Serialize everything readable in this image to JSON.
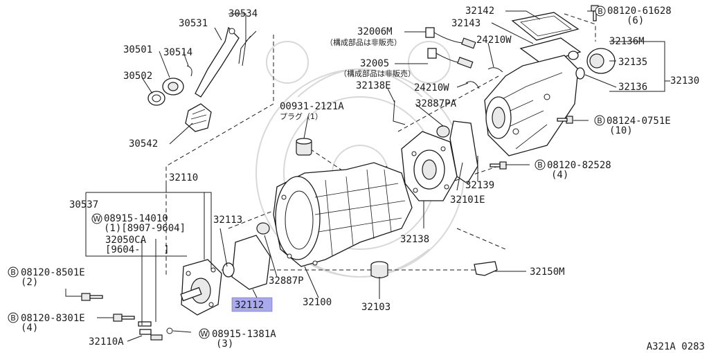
{
  "diagram": {
    "footer_code": "A321A 0283",
    "highlight_color": "#a9a9ee",
    "icons": {
      "bolt": "B",
      "washer": "W"
    },
    "labels": {
      "p30534": "30534",
      "p30531": "30531",
      "p30501": "30501",
      "p30514": "30514",
      "p30502": "30502",
      "p30542": "30542",
      "p32142": "32142",
      "p32143": "32143",
      "p32006m": "32006M",
      "p32006m_note": "（構成部品は非販売）",
      "p24210w_a": "24210W",
      "p32005": "32005",
      "p32005_note": "（構成部品は非販売）",
      "p32138e": "32138E",
      "p24210w_b": "24210W",
      "p00931": "00931-2121A",
      "p00931_note": "プラグ（1）",
      "p32887pa": "32887PA",
      "b08120_61628": "08120-61628",
      "b08120_61628_qty": "(6)",
      "p32136m": "32136M",
      "p32135": "32135",
      "p32136": "32136",
      "p32130": "32130",
      "b08124_0751e": "08124-0751E",
      "b08124_0751e_qty": "(10)",
      "b08120_82528": "08120-82528",
      "b08120_82528_qty": "(4)",
      "p32139": "32139",
      "p32101e": "32101E",
      "p32138": "32138",
      "p32150m": "32150M",
      "p32110": "32110",
      "p30537": "30537",
      "w08915_14010": "08915-14010",
      "w08915_14010_range": "(1)[8907-9604]",
      "p32113": "32113",
      "p32050ca": "32050CA",
      "p32050ca_range": "[9604-    ]",
      "b08120_8501e": "08120-8501E",
      "b08120_8501e_qty": "(2)",
      "p32887p": "32887P",
      "p32112": "32112",
      "p32100": "32100",
      "p32103": "32103",
      "b08120_8301e": "08120-8301E",
      "b08120_8301e_qty": "(4)",
      "w08915_1381a": "08915-1381A",
      "w08915_1381a_qty": "(3)",
      "p32110a": "32110A"
    }
  }
}
